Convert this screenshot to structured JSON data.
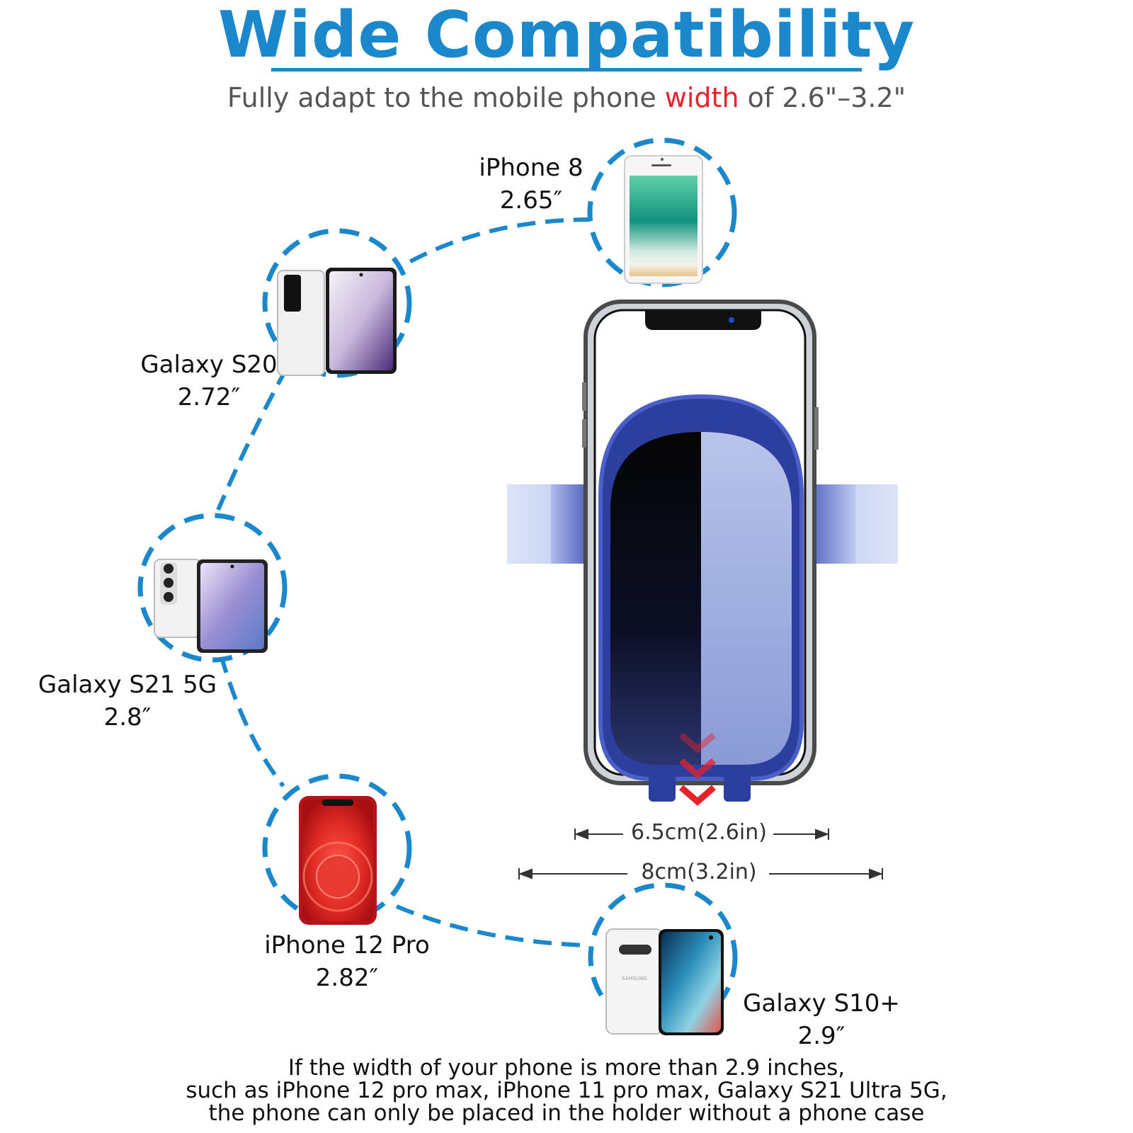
{
  "header": {
    "title": "Wide Compatibility",
    "subtitle_before": "Fully adapt to the mobile phone ",
    "subtitle_highlight": "width",
    "subtitle_after": " of 2.6\"–3.2\""
  },
  "phones": [
    {
      "name": "iPhone 8",
      "width": "2.65″"
    },
    {
      "name": "Galaxy S20",
      "width": "2.72″"
    },
    {
      "name": "Galaxy S21 5G",
      "width": "2.8″"
    },
    {
      "name": "iPhone 12 Pro",
      "width": "2.82″"
    },
    {
      "name": "Galaxy S10+",
      "width": "2.9″"
    }
  ],
  "dimensions": {
    "min": "6.5cm(2.6in)",
    "max": "8cm(3.2in)"
  },
  "note": {
    "line1": "If the width of your phone is more than 2.9 inches,",
    "line2": "such as iPhone 12 pro max, iPhone 11 pro max, Galaxy S21 Ultra 5G,",
    "line3": "the phone can only be placed in the holder without a phone case"
  },
  "colors": {
    "accent": "#1b88cc",
    "highlight": "#e8222b",
    "holder_blue": "#2c3f9e"
  }
}
